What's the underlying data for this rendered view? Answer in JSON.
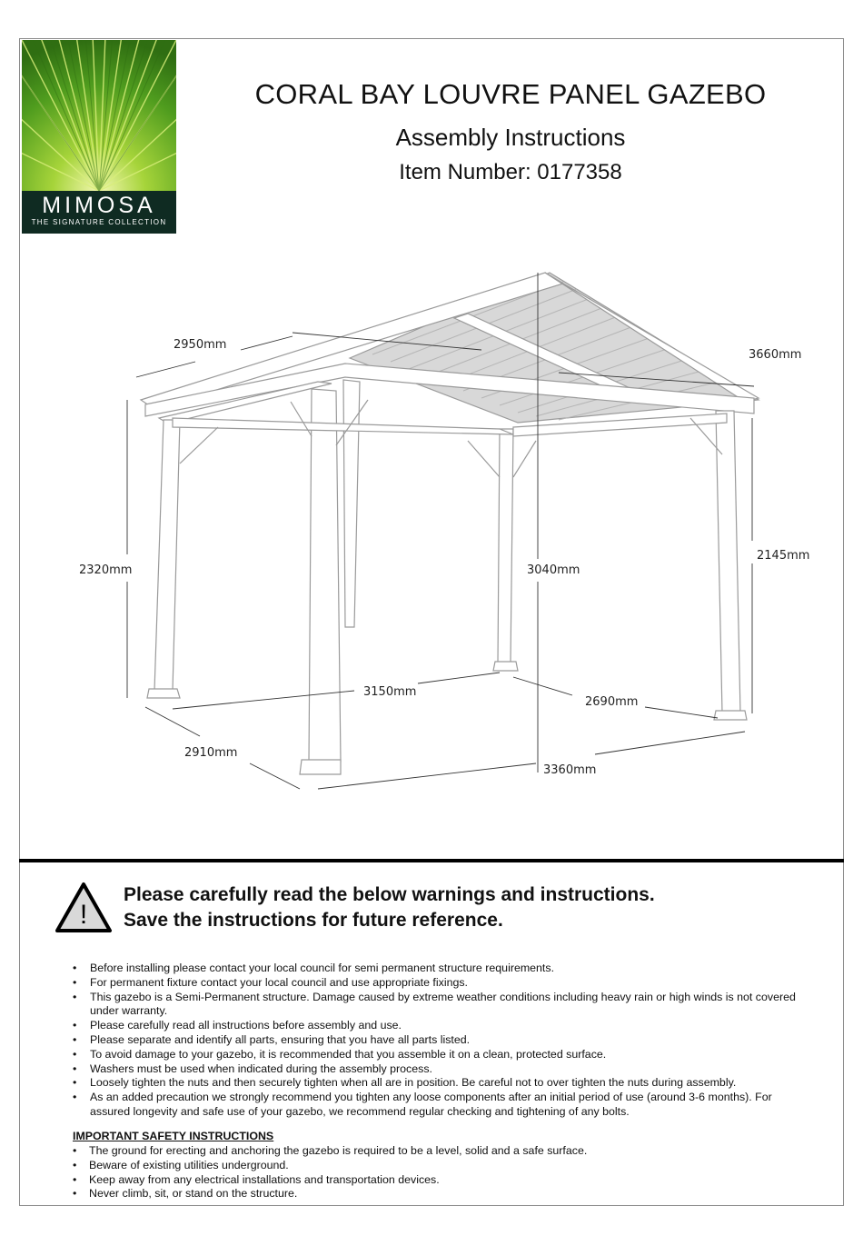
{
  "brand": {
    "name": "MIMOSA",
    "tagline": "THE SIGNATURE COLLECTION"
  },
  "header": {
    "title": "CORAL BAY LOUVRE PANEL GAZEBO",
    "subtitle": "Assembly Instructions",
    "item_number": "Item Number: 0177358"
  },
  "diagram": {
    "dimensions": {
      "roof_width": "2950mm",
      "roof_depth": "3660mm",
      "post_height_left": "2320mm",
      "overall_height": "3040mm",
      "post_height_right": "2145mm",
      "base_inner_width": "3150mm",
      "base_inner_depth": "2690mm",
      "base_outer_left": "2910mm",
      "base_outer_front": "3360mm"
    }
  },
  "warning": {
    "icon": "warning-triangle-icon",
    "line1": "Please carefully read the below warnings and instructions.",
    "line2": "Save the instructions for future reference."
  },
  "instructions": [
    "Before installing please contact your local council for semi permanent structure requirements.",
    "For permanent fixture contact your local council and use appropriate fixings.",
    "This gazebo is a Semi-Permanent structure. Damage caused by extreme weather conditions including heavy rain or high winds is not covered under warranty.",
    "Please carefully read all instructions before assembly and use.",
    "Please separate and identify all parts, ensuring that you have all parts listed.",
    "To avoid damage to your gazebo, it is recommended that you assemble it on a clean, protected surface.",
    "Washers must be used when indicated during the assembly process.",
    "Loosely tighten the nuts and then securely tighten when all are in position. Be careful not to over tighten the nuts during assembly.",
    "As an added precaution we strongly recommend you tighten any loose components after an initial period of use (around 3-6 months). For assured longevity and safe use of your gazebo, we recommend regular checking and tightening of any bolts."
  ],
  "safety": {
    "heading": "IMPORTANT SAFETY INSTRUCTIONS",
    "items": [
      "The ground for erecting and anchoring the gazebo is required to be a level, solid and a safe surface.",
      "Beware of existing utilities underground.",
      "Keep away from any electrical installations and transportation devices.",
      "Never climb, sit, or stand on the structure."
    ]
  }
}
